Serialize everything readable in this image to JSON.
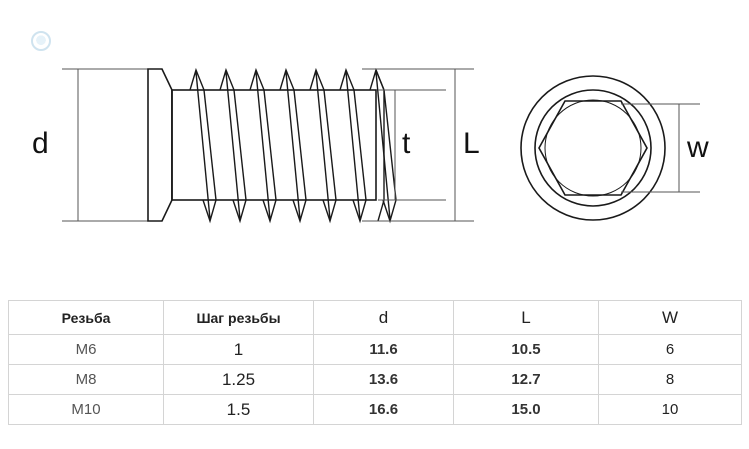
{
  "labels": {
    "d": "d",
    "t": "t",
    "L": "L",
    "w": "w"
  },
  "table": {
    "headers": [
      "Резьба",
      "Шаг резьбы",
      "d",
      "L",
      "W"
    ],
    "rows": [
      [
        "M6",
        "1",
        "11.6",
        "10.5",
        "6"
      ],
      [
        "M8",
        "1.25",
        "13.6",
        "12.7",
        "8"
      ],
      [
        "M10",
        "1.5",
        "16.6",
        "15.0",
        "10"
      ]
    ]
  },
  "logo_icon": "watermark-logo-icon",
  "colors": {
    "line": "#1a1a1a",
    "dim": "#555555",
    "grid": "#d4d4d4"
  }
}
